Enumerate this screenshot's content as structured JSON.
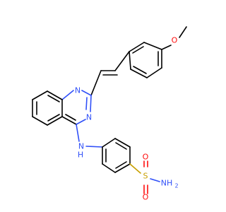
{
  "molecule": {
    "atoms": {
      "o_methoxy": "O",
      "n_quin_top": "N",
      "n_quin_bottom": "N",
      "nh_n": "N",
      "nh_h": "H",
      "s_sulfonyl": "S",
      "o_sulfonyl_top": "O",
      "o_sulfonyl_bottom": "O",
      "nh2_n": "NH",
      "nh2_sub": "2"
    },
    "colors": {
      "carbon": "#000000",
      "nitrogen": "#3050F8",
      "oxygen": "#FF0D0D",
      "sulfur": "#C8A000"
    }
  }
}
